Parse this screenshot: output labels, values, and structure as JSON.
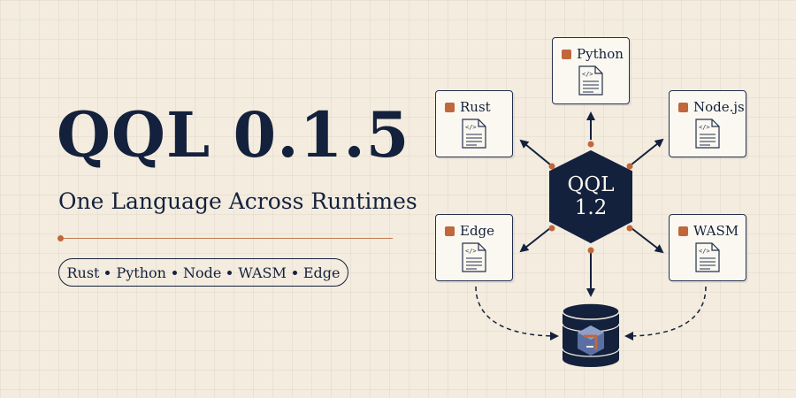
{
  "title": "QQL 0.1.5",
  "subtitle": "One Language Across Runtimes",
  "runtimes_pill": [
    "Rust",
    "Python",
    "Node",
    "WASM",
    "Edge"
  ],
  "hub": {
    "line1": "QQL",
    "line2": "1.2"
  },
  "nodes": {
    "python": "Python",
    "rust": "Rust",
    "nodejs": "Node.js",
    "edge": "Edge",
    "wasm": "WASM"
  },
  "icons": {
    "node_badge": "orange-square-icon",
    "node_doc": "code-file-icon",
    "storage": "database-icon"
  },
  "colors": {
    "background": "#f3ecdf",
    "navy": "#14213d",
    "accent": "#c0673c"
  }
}
